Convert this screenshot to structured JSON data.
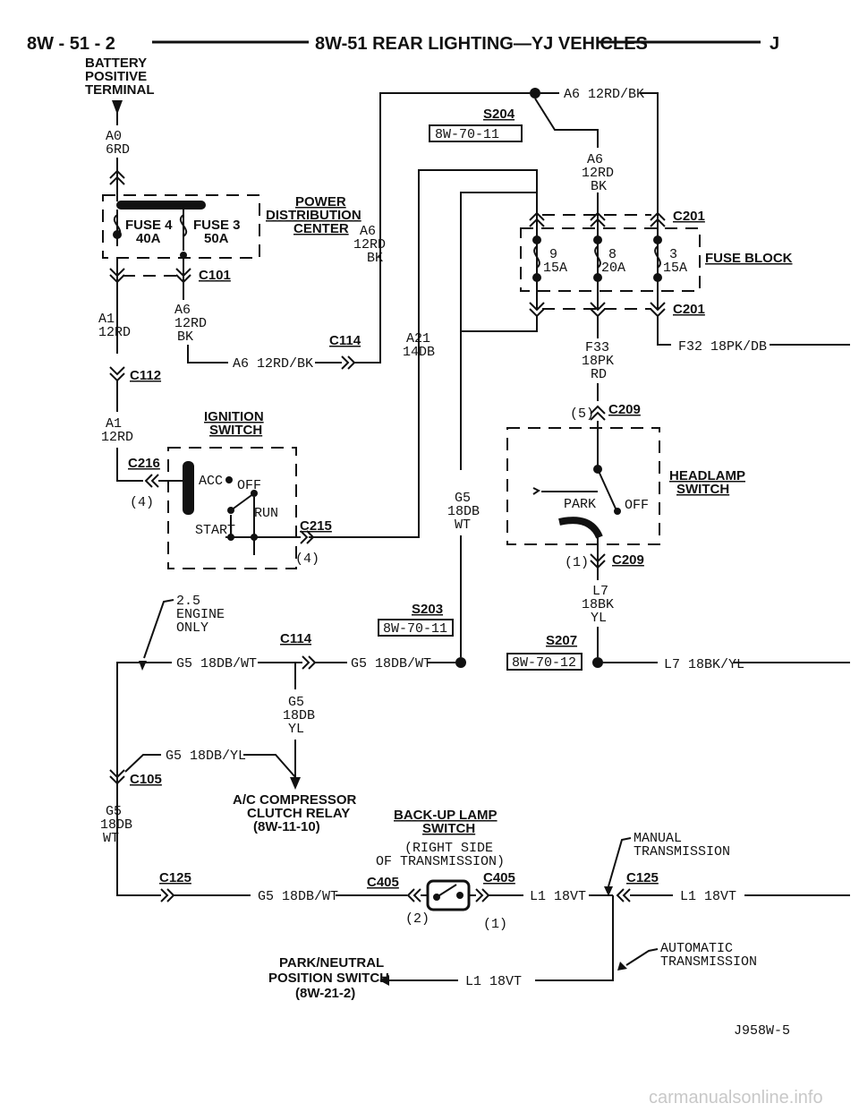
{
  "header": {
    "page_number": "8W - 51 - 2",
    "title": "8W-51 REAR LIGHTING—YJ VEHICLES",
    "section_letter": "J"
  },
  "battery": {
    "l1": "BATTERY",
    "l2": "POSITIVE",
    "l3": "TERMINAL"
  },
  "pdc": {
    "l1": "POWER",
    "l2": "DISTRIBUTION",
    "l3": "CENTER"
  },
  "fuses": {
    "f4": "FUSE 4",
    "f4a": "40A",
    "f3": "FUSE 3",
    "f3a": "50A",
    "fb9": "9",
    "fb9a": "15A",
    "fb8": "8",
    "fb8a": "20A",
    "fb3": "3",
    "fb3a": "15A",
    "fuse_block": "FUSE BLOCK"
  },
  "connectors": {
    "c101": "C101",
    "c112": "C112",
    "c114a": "C114",
    "c114b": "C114",
    "c201a": "C201",
    "c201b": "C201",
    "c209a": "C209",
    "c209b": "C209",
    "c215": "C215",
    "c216": "C216",
    "c105": "C105",
    "c125a": "C125",
    "c125b": "C125",
    "c405a": "C405",
    "c405b": "C405",
    "s204": "S204",
    "s203": "S203",
    "s207": "S207",
    "p5": "(5)",
    "p1": "(1)",
    "p4a": "(4)",
    "p4b": "(4)",
    "p2": "(2)",
    "p1b": "(1)"
  },
  "refs": {
    "r204": "8W-70-11",
    "r203": "8W-70-11",
    "r207": "8W-70-12"
  },
  "wires": {
    "a0_1": "A0",
    "a0_2": "6RD",
    "a6_top": "A6 12RD/BK",
    "a6_mid1": "A6",
    "a6_mid2": "12RD",
    "a6_mid3": "BK",
    "a6_pdc1": "A6",
    "a6_pdc2": "12RD",
    "a6_pdc3": "BK",
    "a6_fuse1": "A6",
    "a6_fuse2": "12RD",
    "a6_fuse3": "BK",
    "a6_low": "A6 12RD/BK",
    "a1_1": "A1",
    "a1_2": "12RD",
    "a1b_1": "A1",
    "a1b_2": "12RD",
    "a21_1": "A21",
    "a21_2": "14DB",
    "f33_1": "F33",
    "f33_2": "18PK",
    "f33_3": "RD",
    "f32": "F32 18PK/DB",
    "g5v_1": "G5",
    "g5v_2": "18DB",
    "g5v_3": "WT",
    "l7v_1": "L7",
    "l7v_2": "18BK",
    "l7v_3": "YL",
    "l7h": "L7 18BK/YL",
    "g5_a": "G5 18DB/WT",
    "g5_b": "G5 18DB/WT",
    "g5yl_1": "G5",
    "g5yl_2": "18DB",
    "g5yl_3": "YL",
    "g5yl_h": "G5 18DB/YL",
    "g5l_1": "G5",
    "g5l_2": "18DB",
    "g5l_3": "WT",
    "g5_bot": "G5 18DB/WT",
    "l1_a": "L1 18VT",
    "l1_b": "L1 18VT",
    "l1_c": "L1 18VT"
  },
  "ignition": {
    "title1": "IGNITION",
    "title2": "SWITCH",
    "acc": "ACC",
    "off": "OFF",
    "run": "RUN",
    "start": "START"
  },
  "headlamp": {
    "title1": "HEADLAMP",
    "title2": "SWITCH",
    "park": "PARK",
    "off": "OFF"
  },
  "notes": {
    "engine1": "2.5",
    "engine2": "ENGINE",
    "engine3": "ONLY",
    "ac1": "A/C COMPRESSOR",
    "ac2": "CLUTCH RELAY",
    "ac3": "(8W-11-10)",
    "bu1": "BACK-UP LAMP",
    "bu2": "SWITCH",
    "bu3": "(RIGHT SIDE",
    "bu4": "OF TRANSMISSION)",
    "man1": "MANUAL",
    "man2": "TRANSMISSION",
    "auto1": "AUTOMATIC",
    "auto2": "TRANSMISSION",
    "pn1": "PARK/NEUTRAL",
    "pn2": "POSITION SWITCH",
    "pn3": "(8W-21-2)"
  },
  "figure_id": "J958W-5",
  "watermark": "carmanualsonline.info"
}
